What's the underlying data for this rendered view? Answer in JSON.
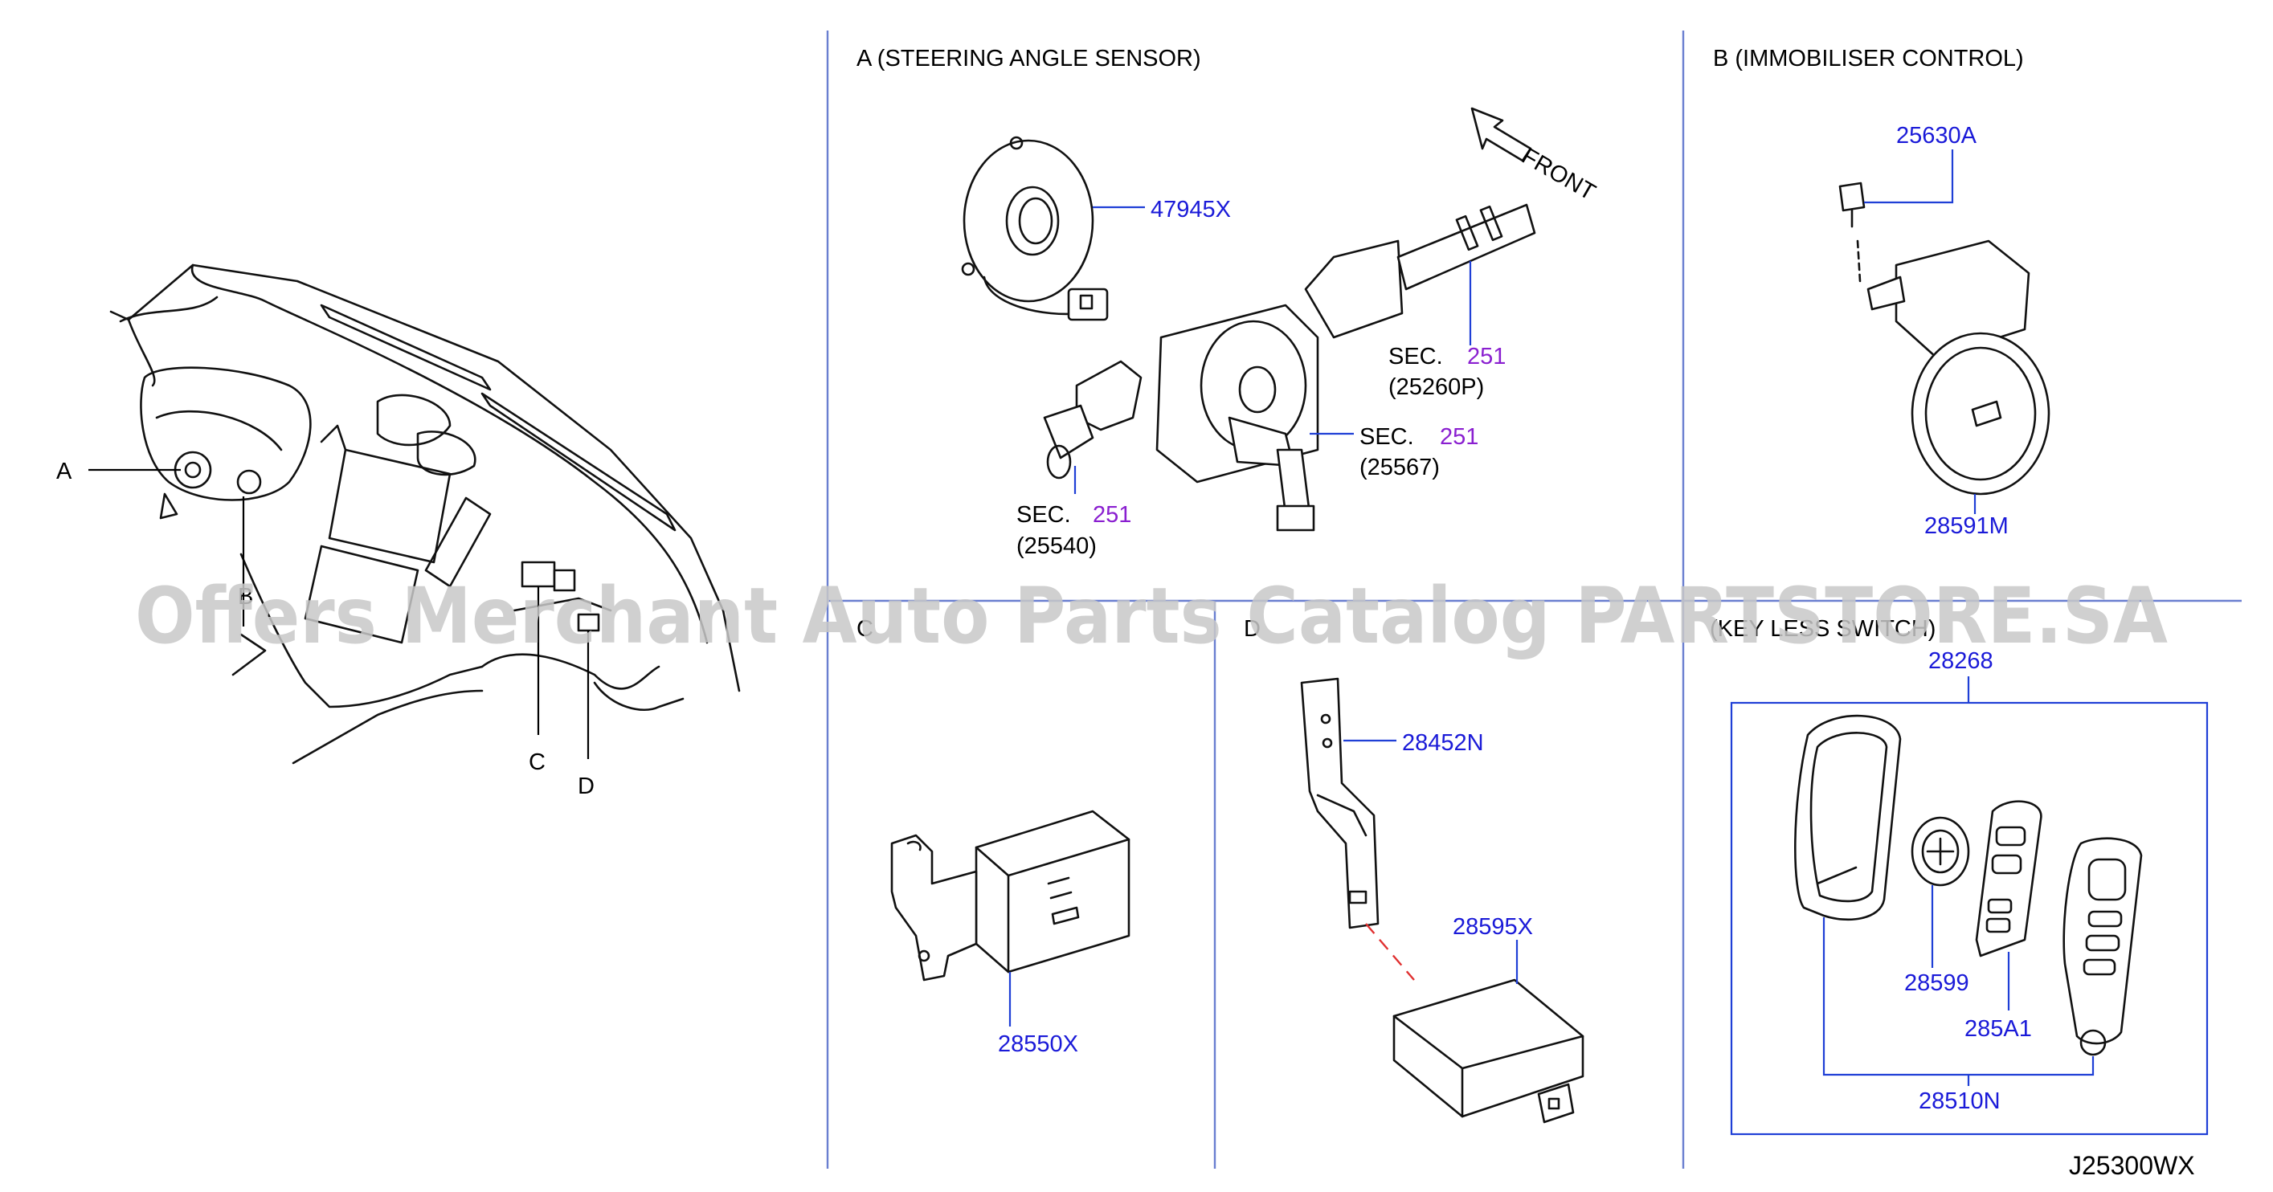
{
  "sections": {
    "a_title": "A  (STEERING   ANGLE   SENSOR)",
    "b_title": "B  (IMMOBILISER   CONTROL)",
    "c_title": "C",
    "d_title": "D",
    "e_title": "(KEY LESS SWITCH)"
  },
  "location_labels": {
    "a": "A",
    "b": "B",
    "c": "C",
    "d": "D"
  },
  "front_label": "FRONT",
  "parts": {
    "p47945x": "47945X",
    "sec_251_a": "SEC.",
    "sec_251_a_num": "251",
    "sec_251_a_ref": "(25260P)",
    "sec_251_b": "SEC.",
    "sec_251_b_num": "251",
    "sec_251_b_ref": "(25567)",
    "sec_251_c": "SEC.",
    "sec_251_c_num": "251",
    "sec_251_c_ref": "(25540)",
    "p25630a": "25630A",
    "p28591m": "28591M",
    "p28550x": "28550X",
    "p28452n": "28452N",
    "p28595x": "28595X",
    "p28268": "28268",
    "p28599": "28599",
    "p285a1": "285A1",
    "p28510n": "28510N"
  },
  "diagram_id": "J25300WX",
  "watermark": "Offers Merchant Auto Parts Catalog PARTSTORE.SA",
  "colors": {
    "part_number": "#1a1ad8",
    "section_ref": "#8a1fd0",
    "divider": "#6a7fd0",
    "harness_dash": "#e03030"
  }
}
